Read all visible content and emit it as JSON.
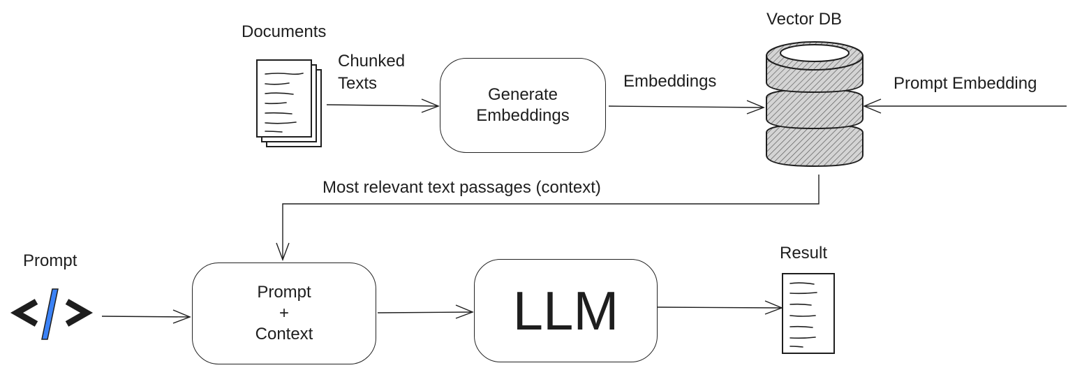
{
  "labels": {
    "documents": "Documents",
    "chunked_texts_line1": "Chunked",
    "chunked_texts_line2": "Texts",
    "embeddings": "Embeddings",
    "vector_db": "Vector DB",
    "prompt_embedding": "Prompt Embedding",
    "context_passages": "Most relevant text passages (context)",
    "prompt": "Prompt",
    "result": "Result"
  },
  "boxes": {
    "generate_line1": "Generate",
    "generate_line2": "Embeddings",
    "prompt_context_line1": "Prompt",
    "prompt_context_line2": "+",
    "prompt_context_line3": "Context",
    "llm": "LLM"
  },
  "icons": {
    "documents": "document-stack-icon",
    "vector_db": "database-icon",
    "prompt": "code-icon",
    "result": "document-icon"
  },
  "colors": {
    "stroke": "#1e1e1e",
    "db_fill": "#cfcfcf",
    "code_accent": "#3b82f6"
  }
}
